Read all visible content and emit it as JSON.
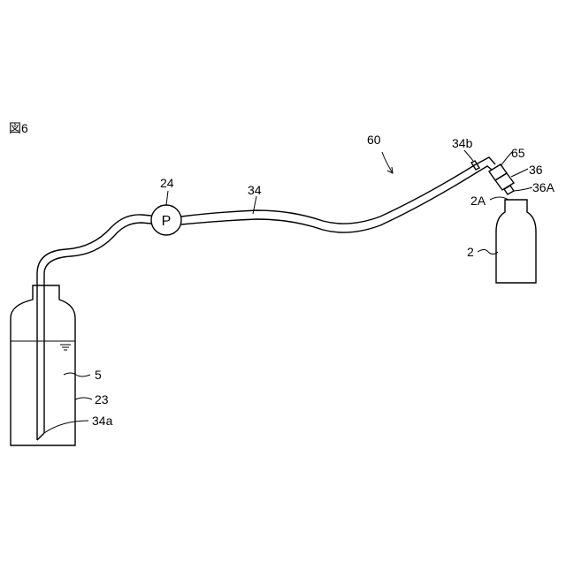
{
  "figure": {
    "title": "図6"
  },
  "labels": {
    "assembly": "60",
    "pump": "24",
    "pump_symbol": "P",
    "tube": "34",
    "tube_outlet_end": "34b",
    "connector": "65",
    "nozzle": "36",
    "nozzle_tip": "36A",
    "bottle_mouth": "2A",
    "bottle": "2",
    "liquid": "5",
    "tank": "23",
    "tube_inlet_end": "34a"
  }
}
